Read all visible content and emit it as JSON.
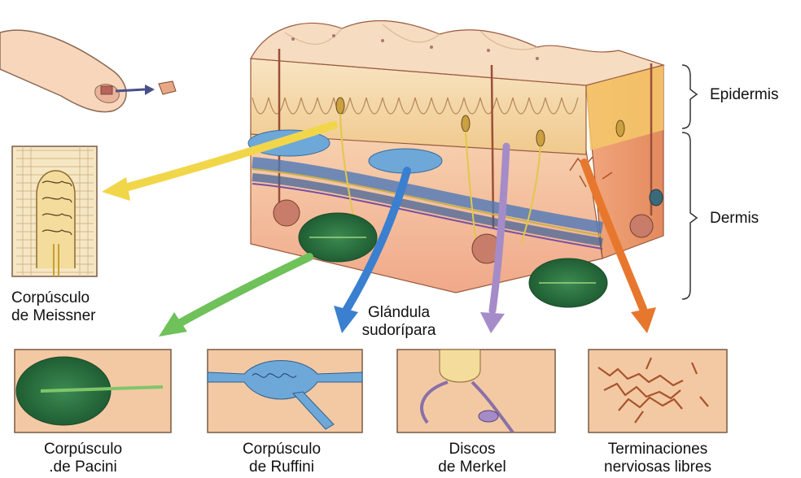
{
  "labels": {
    "epidermis": "Epidermis",
    "dermis": "Dermis",
    "meissner_l1": "Corpúsculo",
    "meissner_l2": "de Meissner",
    "glandula_l1": "Glándula",
    "glandula_l2": "sudorípara",
    "pacini_l1": "Corpúsculo",
    "pacini_l2": ".de Pacini",
    "ruffini_l1": "Corpúsculo",
    "ruffini_l2": "de Ruffini",
    "merkel_l1": "Discos",
    "merkel_l2": "de Merkel",
    "libres_l1": "Terminaciones",
    "libres_l2": "nerviosas libres"
  },
  "colors": {
    "skin_surface": "#f6d9b8",
    "epidermis": "#f3d49a",
    "dermis": "#f2b89a",
    "meissner_arrow": "#f2d64a",
    "pacini_arrow": "#6fc15a",
    "ruffini_arrow": "#3a7fd0",
    "merkel_arrow": "#a58cc8",
    "libres_arrow": "#e8772e",
    "corpuscle_green": "#2f7a45",
    "ruffini_blue": "#6ea8d8",
    "nerve_brown": "#a8542a"
  }
}
